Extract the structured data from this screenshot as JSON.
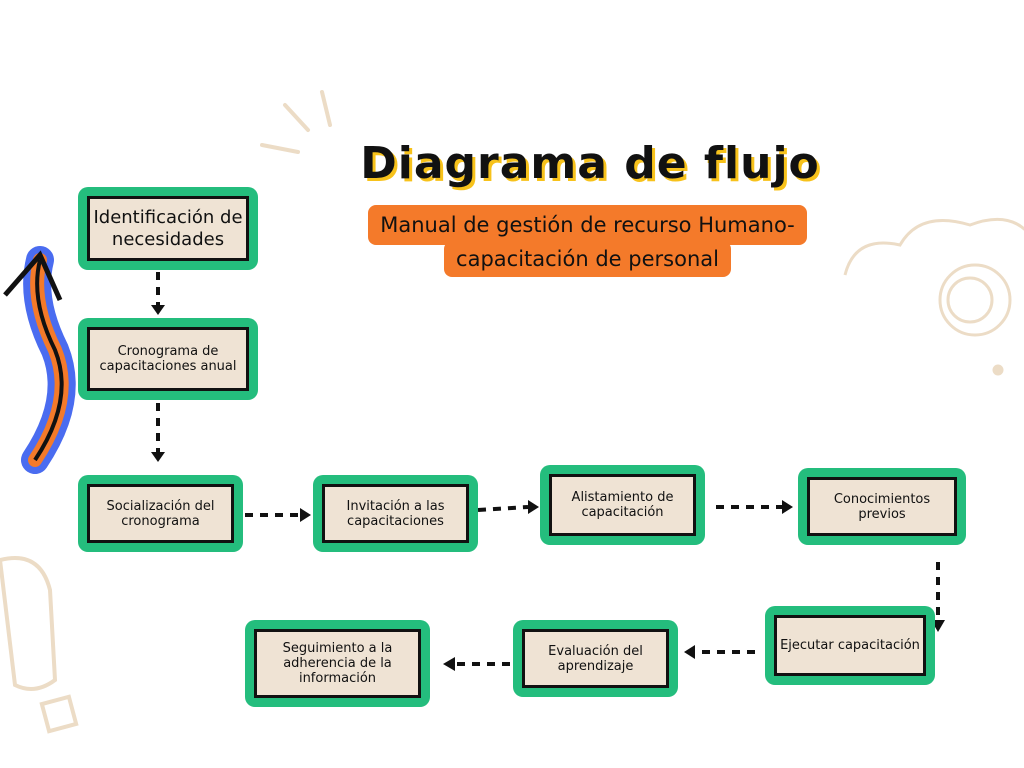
{
  "title": "Diagrama de flujo",
  "subtitle": {
    "line1": "Manual de gestión de recurso Humano-",
    "line2": "capacitación de personal"
  },
  "steps": [
    "Identificación de necesidades",
    "Cronograma de capacitaciones anual",
    "Socialización del cronograma",
    "Invitación a las capacitaciones",
    "Alistamiento de capacitación",
    "Conocimientos previos",
    "Ejecutar capacitación",
    "Evaluación del aprendizaje",
    "Seguimiento a la adherencia de la información"
  ],
  "colors": {
    "box_border": "#24bd7d",
    "box_fill": "#efe3d4",
    "accent": "#f47a2a",
    "title_shadow": "#f7c21b",
    "swoosh_blue": "#4a6cf0"
  }
}
